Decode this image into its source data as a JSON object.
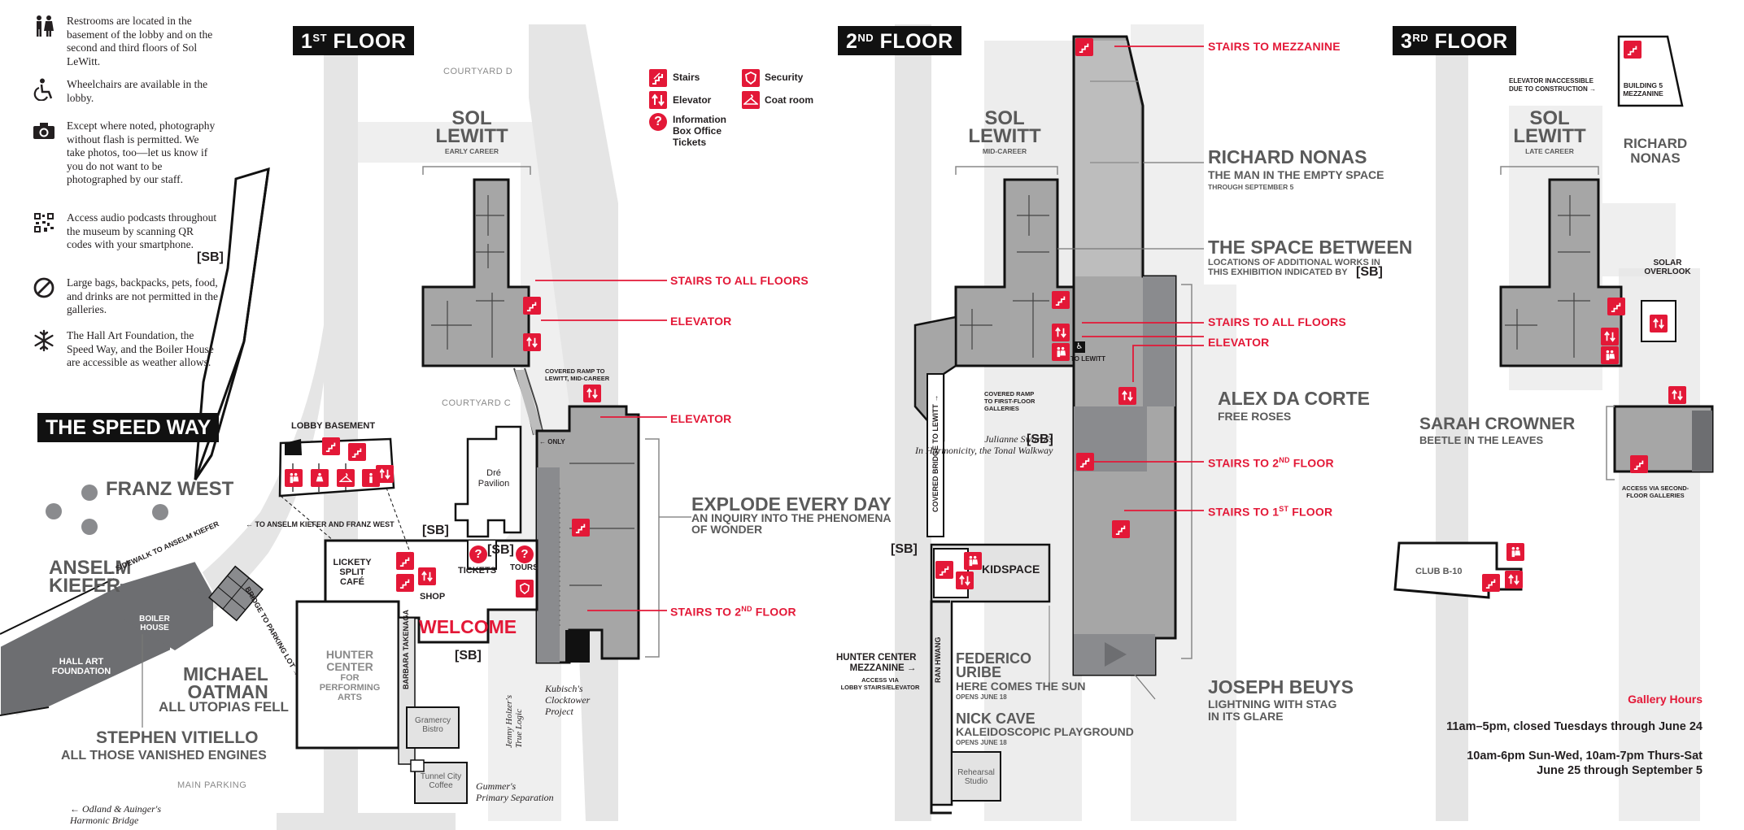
{
  "legend_notes": [
    {
      "icon": "restroom-icon",
      "text": "Restrooms are located in the basement of the lobby and on the second and third floors of Sol LeWitt."
    },
    {
      "icon": "wheelchair-icon",
      "text": "Wheelchairs are available in the lobby."
    },
    {
      "icon": "camera-icon",
      "text": "Except where noted, photography without flash is permitted. We take photos, too—let us know if you do not want to be photographed by our staff."
    },
    {
      "icon": "qr-code-icon",
      "text": "Access audio podcasts throughout the museum by scanning QR codes with your smartphone."
    },
    {
      "icon": "no-entry-icon",
      "text": "Large bags, backpacks, pets, food, and drinks are not permitted in the galleries."
    },
    {
      "icon": "snowflake-icon",
      "text": "The Hall Art Foundation, the Speed Way, and the Boiler House are accessible as weather allows."
    }
  ],
  "symbol_key": {
    "stairs": "Stairs",
    "elevator": "Elevator",
    "information": "Information\nBox Office\nTickets",
    "security": "Security",
    "coat_room": "Coat room"
  },
  "sb_marker": "[SB]",
  "speed_way": {
    "title": "THE SPEED WAY",
    "franz_west": "FRANZ WEST",
    "anselm_kiefer": "ANSELM\nKIEFER",
    "hall_art_foundation": "HALL ART\nFOUNDATION",
    "boiler_house": "BOILER\nHOUSE",
    "michael_oatman": "MICHAEL\nOATMAN",
    "michael_oatman_sub": "ALL UTOPIAS FELL",
    "stephen_vitiello": "STEPHEN VITIELLO",
    "stephen_vitiello_sub": "ALL THOSE VANISHED ENGINES",
    "sidewalk": "← SIDEWALK TO ANSELM KIEFER",
    "bridge": "BRIDGE TO PARKING LOT →",
    "main_parking": "MAIN PARKING",
    "odland": "← Odland & Auinger's\nHarmonic Bridge"
  },
  "floor1": {
    "title": "1",
    "title_sup": "ST",
    "title_rest": " FLOOR",
    "courtyard_d": "COURTYARD D",
    "courtyard_c": "COURTYARD C",
    "sol_lewitt": "SOL\nLEWITT",
    "sol_lewitt_sub": "EARLY CAREER",
    "lobby_basement": "LOBBY BASEMENT",
    "to_kiefer": "← TO ANSELM KIEFER AND FRANZ WEST",
    "dre_pavilion": "Dré\nPavilion",
    "lickety_split": "LICKETY\nSPLIT\nCAFÉ",
    "hunter_center": "HUNTER\nCENTER",
    "for_performing": "FOR\nPERFORMING\nARTS",
    "barbara": "BARBARA TAKENAGA",
    "gramercy": "Gramercy\nBistro",
    "tunnel_city": "Tunnel City\nCoffee",
    "jenny": "Jenny Holzer's\nTrue Logic",
    "gummer": "Gummer's\nPrimary Separation",
    "kubisch": "Kubisch's\nClocktower\nProject",
    "shop": "SHOP",
    "tickets": "TICKETS",
    "tours": "TOURS",
    "welcome": "WELCOME",
    "covered_ramp": "COVERED RAMP TO\nLEWITT, MID-CAREER",
    "only": "← ONLY",
    "explode_title": "EXPLODE EVERY DAY",
    "explode_sub": "AN INQUIRY INTO THE PHENOMENA\nOF WONDER",
    "stairs_all": "STAIRS TO ALL FLOORS",
    "elevator1": "ELEVATOR",
    "elevator2": "ELEVATOR",
    "stairs_2nd": "STAIRS TO 2",
    "stairs_2nd_sup": "ND",
    "stairs_2nd_rest": " FLOOR"
  },
  "floor2": {
    "title": "2",
    "title_sup": "ND",
    "title_rest": " FLOOR",
    "sol_lewitt": "SOL\nLEWITT",
    "sol_lewitt_sub": "MID-CAREER",
    "stairs_mezz": "STAIRS TO MEZZANINE",
    "richard_nonas": "RICHARD NONAS",
    "richard_sub": "THE MAN IN THE EMPTY SPACE",
    "richard_date": "THROUGH SEPTEMBER 5",
    "space_between": "THE SPACE BETWEEN",
    "space_sub": "LOCATIONS OF ADDITIONAL WORKS IN\nTHIS EXHIBITION INDICATED BY",
    "stairs_all": "STAIRS TO ALL FLOORS",
    "elevator": "ELEVATOR",
    "to_lewitt": "TO LEWITT",
    "covered_ramp": "COVERED RAMP\nTO FIRST-FLOOR\nGALLERIES",
    "alex": "ALEX DA CORTE",
    "alex_sub": "FREE ROSES",
    "julianne": "Julianne Swartz's\nIn Harmonicity, the Tonal Walkway",
    "covered_bridge": "COVERED BRIDGE TO LEWITT →",
    "stairs_2nd": "STAIRS TO 2",
    "stairs_2nd_sup": "ND",
    "stairs_2nd_rest": " FLOOR",
    "stairs_1st": "STAIRS TO 1",
    "stairs_1st_sup": "ST",
    "stairs_1st_rest": " FLOOR",
    "kidspace": "KIDSPACE",
    "hunter_mezz": "HUNTER CENTER\nMEZZANINE →",
    "access_via": "ACCESS VIA\nLOBBY STAIRS/ELEVATOR",
    "ran_hwang": "RAN HWANG",
    "federico": "FEDERICO\nURIBE",
    "federico_sub": "HERE COMES THE SUN",
    "federico_date": "OPENS JUNE 18",
    "nick_cave": "NICK CAVE",
    "nick_sub": "KALEIDOSCOPIC PLAYGROUND",
    "nick_date": "OPENS JUNE 18",
    "rehearsal": "Rehearsal\nStudio",
    "joseph_beuys": "JOSEPH BEUYS",
    "joseph_sub": "LIGHTNING WITH STAG\nIN ITS GLARE"
  },
  "floor3": {
    "title": "3",
    "title_sup": "RD",
    "title_rest": " FLOOR",
    "elevator_inaccessible": "ELEVATOR INACCESSIBLE\nDUE TO CONSTRUCTION →",
    "building5": "BUILDING 5\nMEZZANINE",
    "sol_lewitt": "SOL\nLEWITT",
    "sol_lewitt_sub": "LATE CAREER",
    "richard_nonas": "RICHARD\nNONAS",
    "solar_overlook": "SOLAR\nOVERLOOK",
    "sarah": "SARAH CROWNER",
    "sarah_sub": "BEETLE IN THE LEAVES",
    "access_second": "ACCESS VIA SECOND-\nFLOOR GALLERIES",
    "club_b10": "CLUB B-10"
  },
  "hours": {
    "title": "Gallery Hours",
    "line1": "11am–5pm, closed Tuesdays through June 24",
    "line2": "10am-6pm Sun-Wed, 10am-7pm Thurs-Sat",
    "line3": "June 25 through September 5"
  },
  "colors": {
    "accent_red": "#e31837",
    "building_gray": "#a6a6a6",
    "light_gray": "#e3e3e3",
    "dark": "#111111"
  }
}
